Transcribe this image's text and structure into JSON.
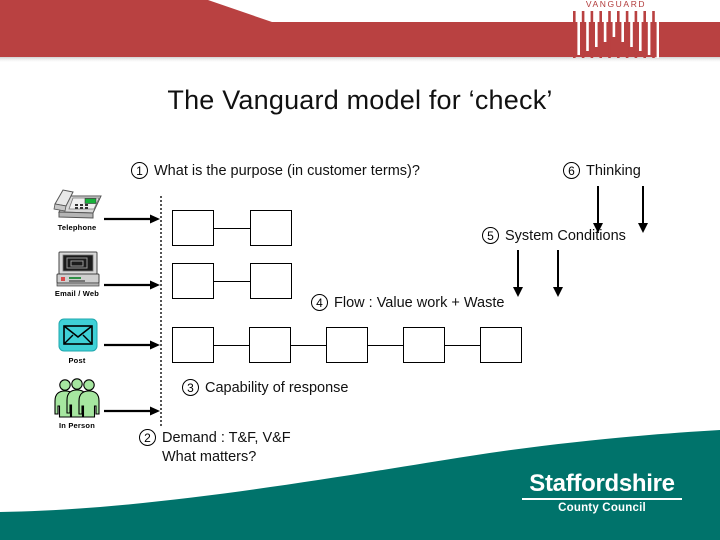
{
  "brand": {
    "top_logo_text": "VANGUARD",
    "top_band_color": "#b94141",
    "footer_logo_main": "Staffordshire",
    "footer_logo_sub": "County Council",
    "footer_color": "#00736b"
  },
  "slide": {
    "title": "The Vanguard model for ‘check’"
  },
  "channels": [
    {
      "label": "Telephone",
      "icon": "telephone-icon"
    },
    {
      "label": "Email / Web",
      "icon": "computer-icon"
    },
    {
      "label": "Post",
      "icon": "envelope-icon"
    },
    {
      "label": "In Person",
      "icon": "people-icon"
    }
  ],
  "annotations": [
    {
      "number": "1",
      "text": "What is the purpose (in customer terms)?"
    },
    {
      "number": "2",
      "line1": "Demand : T&F, V&F",
      "line2": "What matters?"
    },
    {
      "number": "3",
      "text": "Capability of response"
    },
    {
      "number": "4",
      "text": "Flow : Value work + Waste"
    },
    {
      "number": "5",
      "text": "System Conditions"
    },
    {
      "number": "6",
      "text": "Thinking"
    }
  ],
  "flow": {
    "rows": [
      {
        "boxes": 2
      },
      {
        "boxes": 2
      },
      {
        "boxes": 5
      }
    ]
  }
}
